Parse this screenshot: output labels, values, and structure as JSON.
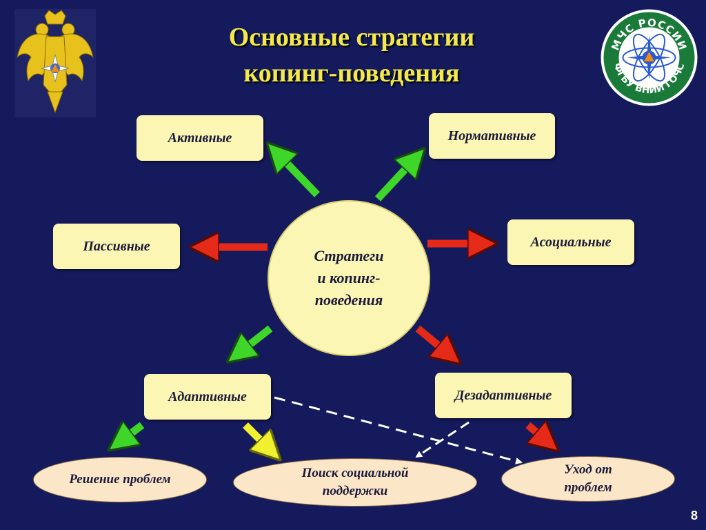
{
  "title": {
    "line1": "Основные стратегии",
    "line2": "копинг-поведения"
  },
  "center": {
    "line1": "Стратеги",
    "line2": "и копинг-",
    "line3": "поведения"
  },
  "boxes": {
    "active": "Активные",
    "normative": "Нормативные",
    "passive": "Пассивные",
    "asocial": "Асоциальные",
    "adaptive": "Адаптивные",
    "maladaptive": "Дезадаптивные"
  },
  "ovals": {
    "problem_solving": "Решение проблем",
    "social_support_1": "Поиск социальной",
    "social_support_2": "поддержки",
    "avoidance_1": "Уход от",
    "avoidance_2": "проблем"
  },
  "logo": {
    "top_text": "МЧС РОССИИ",
    "bottom_text": "ФГБУ ВНИИ ГОЧС"
  },
  "page_number": "8",
  "colors": {
    "background": "#141a5c",
    "title": "#f4e94a",
    "arrow_green": "#3fd62a",
    "arrow_red": "#e52a1a",
    "arrow_yellow": "#f0f030"
  },
  "icons": [
    "emblem-eagle-icon",
    "mchs-logo-icon"
  ]
}
